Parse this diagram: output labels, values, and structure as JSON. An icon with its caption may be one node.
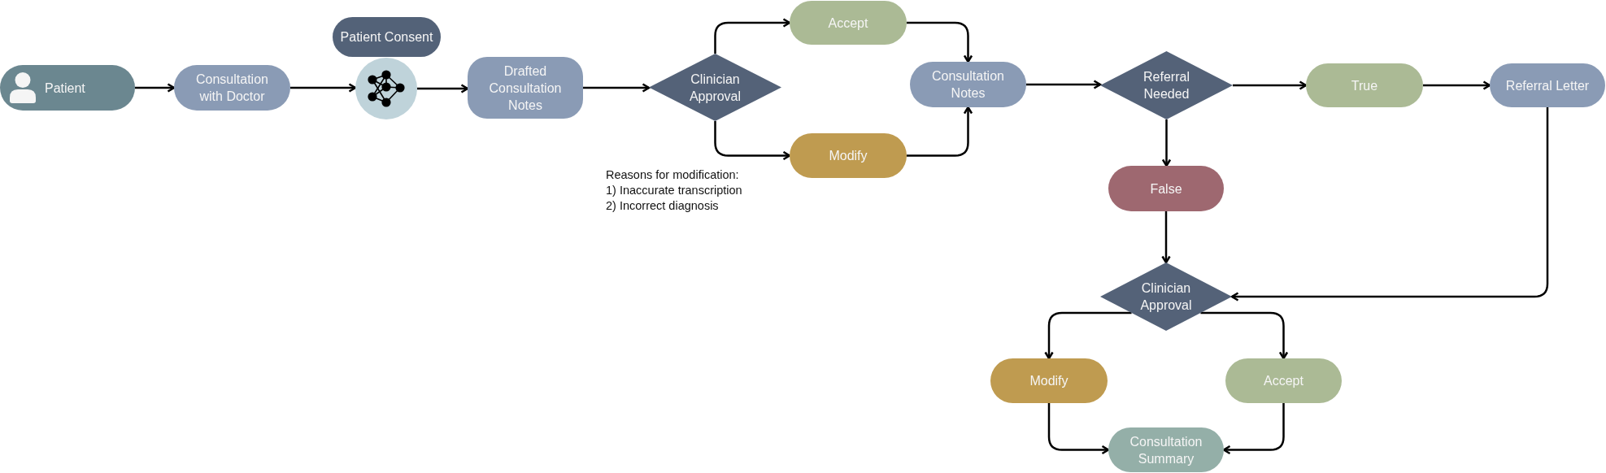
{
  "diagram": {
    "nodes": [
      {
        "text": [
          "Patient"
        ]
      },
      {
        "text": [
          "Consultation with Doctor"
        ]
      },
      {
        "text": [
          "Patient Consent"
        ]
      },
      {
        "text": [],
        "shape": "circle"
      },
      {
        "text": [
          "Drafted Consultation Notes"
        ]
      },
      {
        "text": [
          "Clinician Approval"
        ]
      },
      {
        "text": [
          "Accept"
        ]
      },
      {
        "text": [
          "Modify"
        ]
      },
      {
        "text": [
          "Consultation Notes"
        ]
      },
      {
        "text": [
          "Referral Needed"
        ]
      },
      {
        "text": [
          "True"
        ]
      },
      {
        "text": [
          "Referral Letter"
        ]
      },
      {
        "text": [
          "False"
        ]
      },
      {
        "text": [
          "Clinician Approval"
        ]
      },
      {
        "text": [
          "Modify"
        ]
      },
      {
        "text": [
          "Accept"
        ]
      },
      {
        "text": [
          "Consultation Summary"
        ]
      }
    ],
    "edges": [
      {
        "from": 0,
        "to": 1,
        "arrow": "to"
      },
      {
        "from": 1,
        "to": 3,
        "arrow": "to"
      },
      {
        "from": 3,
        "to": 4,
        "arrow": "to"
      },
      {
        "from": 4,
        "to": 5,
        "arrow": "to"
      },
      {
        "from": 5,
        "to": 6,
        "arrow": "to"
      },
      {
        "from": 5,
        "to": 7,
        "arrow": "to"
      },
      {
        "from": 6,
        "to": 8,
        "arrow": "to"
      },
      {
        "from": 7,
        "to": 8,
        "arrow": "to"
      },
      {
        "from": 8,
        "to": 9,
        "arrow": "to"
      },
      {
        "from": 9,
        "to": 10,
        "arrow": "to"
      },
      {
        "from": 10,
        "to": 11,
        "arrow": "to"
      },
      {
        "from": 9,
        "to": 12,
        "arrow": "to"
      },
      {
        "from": 12,
        "to": 13,
        "arrow": "to"
      },
      {
        "from": 11,
        "to": 13,
        "arrow": "to"
      },
      {
        "from": 13,
        "to": 14,
        "arrow": "to"
      },
      {
        "from": 13,
        "to": 15,
        "arrow": "to"
      },
      {
        "from": 14,
        "to": 16,
        "arrow": "to"
      },
      {
        "from": 15,
        "to": 16,
        "arrow": "to"
      }
    ],
    "labels": [
      "Reasons for modification:",
      "1) Inaccurate transcription",
      "2) Incorrect diagnosis"
    ]
  }
}
